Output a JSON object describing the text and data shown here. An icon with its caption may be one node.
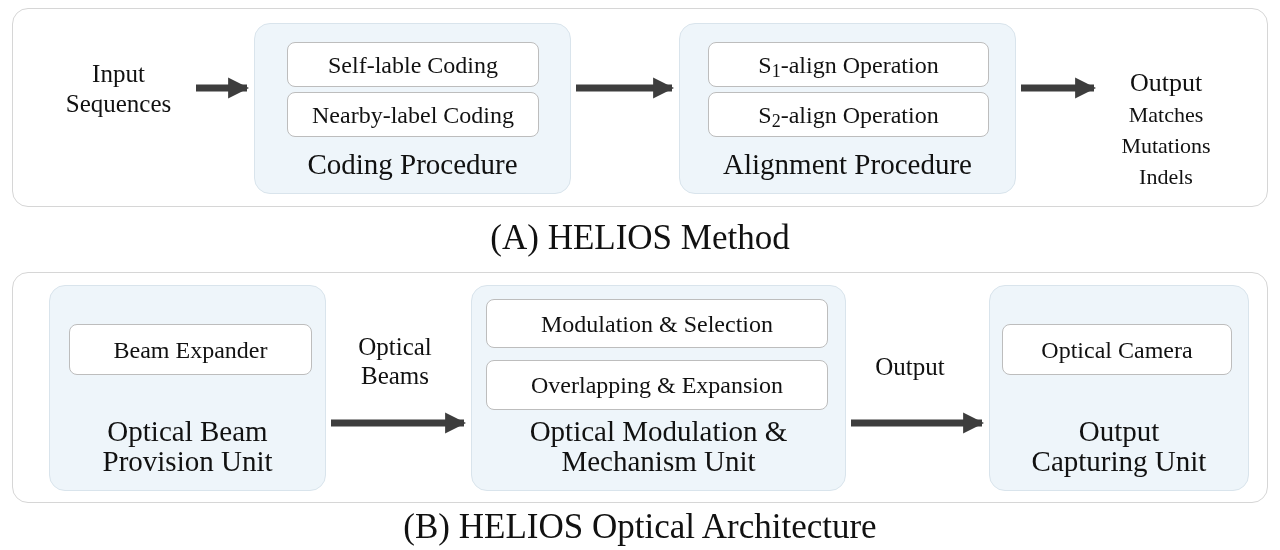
{
  "diagram": {
    "nodes": [
      {
        "text": [],
        "shape": "box",
        "beside": [
          "(A) HELIOS Method"
        ]
      },
      {
        "text": [
          "Input Sequences"
        ],
        "in": 0
      },
      {
        "text": [
          "Coding Procedure"
        ],
        "in": 0
      },
      {
        "text": [
          "Self-lable Coding"
        ],
        "in": 2
      },
      {
        "text": [
          "Nearby-label Coding"
        ],
        "in": 2
      },
      {
        "text": [
          "Alignment Procedure"
        ],
        "in": 0
      },
      {
        "text": [
          "S$_{1}$-align Operation"
        ],
        "in": 5
      },
      {
        "text": [
          "S$_{2}$-align Operation"
        ],
        "in": 5
      },
      {
        "text": [
          "Output",
          "Matches",
          "Mutations",
          "Indels"
        ],
        "in": 0
      },
      {
        "text": [],
        "shape": "box",
        "beside": [
          "(B) HELIOS Optical Architecture"
        ]
      },
      {
        "text": [
          "Optical Beam Provision Unit"
        ],
        "in": 9
      },
      {
        "text": [
          "Beam Expander"
        ],
        "in": 10
      },
      {
        "text": [
          "Optical Modulation & Mechanism Unit"
        ],
        "in": 9
      },
      {
        "text": [
          "Modulation & Selection"
        ],
        "in": 12
      },
      {
        "text": [
          "Overlapping & Expansion"
        ],
        "in": 12
      },
      {
        "text": [
          "Output Capturing Unit"
        ],
        "in": 9
      },
      {
        "text": [
          "Optical Camera"
        ],
        "in": 15
      }
    ],
    "edges": [
      {
        "from": 1,
        "to": 2,
        "arrow": "to"
      },
      {
        "from": 2,
        "to": 5,
        "arrow": "to"
      },
      {
        "from": 5,
        "to": 8,
        "arrow": "to"
      },
      {
        "from": 10,
        "to": 12,
        "arrow": "to",
        "label": "Optical Beams"
      },
      {
        "from": 12,
        "to": 15,
        "arrow": "to",
        "label": "Output"
      }
    ]
  }
}
